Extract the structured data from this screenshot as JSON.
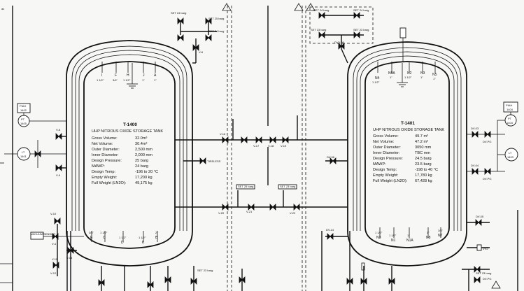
{
  "sheet": {
    "corner_text": "ax"
  },
  "tanks": [
    {
      "id": "T-1400",
      "title": "UHP NITROUS OXIDE STORAGE TANK",
      "specs": [
        {
          "label": "Gross Volume:",
          "value": "32.0m³"
        },
        {
          "label": "Net Volume:",
          "value": "30.4m³"
        },
        {
          "label": "Outer Diameter:",
          "value": "2,500 mm"
        },
        {
          "label": "Inner Diameter:",
          "value": "2,000 mm"
        },
        {
          "label": "Design Pressure:",
          "value": "25 barg"
        },
        {
          "label": "MAWP:",
          "value": "24 barg"
        },
        {
          "label": "Design Temp:",
          "value": "-196 to 20 °C"
        },
        {
          "label": "Empty Weight:",
          "value": "17,200 kg"
        },
        {
          "label": "Full Weight (LN2O):",
          "value": "49,175 kg"
        }
      ],
      "top_nozzles": [
        {
          "tag": "I",
          "size": "1 1/2\""
        },
        {
          "tag": "F",
          "size": "3/4\""
        },
        {
          "tag": "H",
          "size": "1 1/2\""
        },
        {
          "tag": "J",
          "size": "1\""
        },
        {
          "tag": "A",
          "size": "1\""
        }
      ],
      "bottom_nozzles": [
        {
          "tag": "E",
          "size": "3/4\""
        },
        {
          "tag": "C",
          "size": "1 1/2\""
        },
        {
          "tag": "D",
          "size": "1 1/2\""
        },
        {
          "tag": "K",
          "size": "1 1/2\""
        },
        {
          "tag": "B",
          "size": "2\""
        }
      ],
      "instruments": [
        {
          "tag": "PIAH",
          "num": "1402"
        },
        {
          "tag": "PT",
          "num": "1405"
        },
        {
          "tag": "LT",
          "num": "1401"
        }
      ]
    },
    {
      "id": "T-1401",
      "title": "UHP NITROUS OXIDE STORAGE TANK",
      "specs": [
        {
          "label": "Gross Volume:",
          "value": "49.7 m³"
        },
        {
          "label": "Net Volume:",
          "value": "47.2 m³"
        },
        {
          "label": "Outer Diameter:",
          "value": "3050 mm"
        },
        {
          "label": "Inner Diameter:",
          "value": "TBC mm"
        },
        {
          "label": "Design Pressure:",
          "value": "24.5 barg"
        },
        {
          "label": "MAWP:",
          "value": "23.5 barg"
        },
        {
          "label": "Design Temp:",
          "value": "-198 to 40 °C"
        },
        {
          "label": "Empty Weight:",
          "value": "17,780 kg"
        },
        {
          "label": "Full Weight (LN2O):",
          "value": "67,428 kg"
        }
      ],
      "top_nozzles": [
        {
          "tag": "N4",
          "size": "1 1/2\""
        },
        {
          "tag": "N9A",
          "size": "1\""
        },
        {
          "tag": "N2",
          "size": "1 1/2\""
        },
        {
          "tag": "N3",
          "size": "1\""
        },
        {
          "tag": "N5",
          "size": "1\""
        }
      ],
      "bottom_nozzles": [
        {
          "tag": "N3",
          "size": "1 1/2\""
        },
        {
          "tag": "N1",
          "size": "1 1/2\""
        },
        {
          "tag": "N1A",
          "size": "1\""
        },
        {
          "tag": "N8",
          "size": "1\""
        },
        {
          "tag": "N7",
          "size": "3/4\""
        }
      ],
      "instruments": [
        {
          "tag": "PIAH",
          "num": "1404"
        },
        {
          "tag": "PT",
          "num": "1404"
        },
        {
          "tag": "LT",
          "num": "1403"
        }
      ]
    }
  ],
  "valve_tags": {
    "left_top": [
      "SET 24 barg",
      "SET 25 barg",
      "SET 24 barg",
      "V-8"
    ],
    "left_side": [
      "V-8",
      "V-9",
      "V-10",
      "V-11",
      "V-12",
      "V-13"
    ],
    "left_misc": [
      "VACUUM SENSOR",
      "V-4",
      "V-5"
    ],
    "middle": [
      "V-16",
      "V-17",
      "V-18",
      "V-19",
      "V-20",
      "V-21",
      "V-22",
      "TIRELESS"
    ],
    "middle_relief": [
      "SET 25 barg",
      "SET 23 barg"
    ],
    "right_top": [
      "SET 24 barg",
      "SET 24 barg",
      "SET 23 barg",
      "SET 23 barg",
      "DVV-08"
    ],
    "right_side": [
      "DV-PG",
      "DV-PG",
      "DV-03",
      "DV-04",
      "DV-05",
      "DV-06",
      "DV-14"
    ],
    "right_misc": [
      "VV2",
      "DV-PG"
    ],
    "bottom_relief": [
      "SET 23 barg",
      "SET 23 barg"
    ]
  }
}
